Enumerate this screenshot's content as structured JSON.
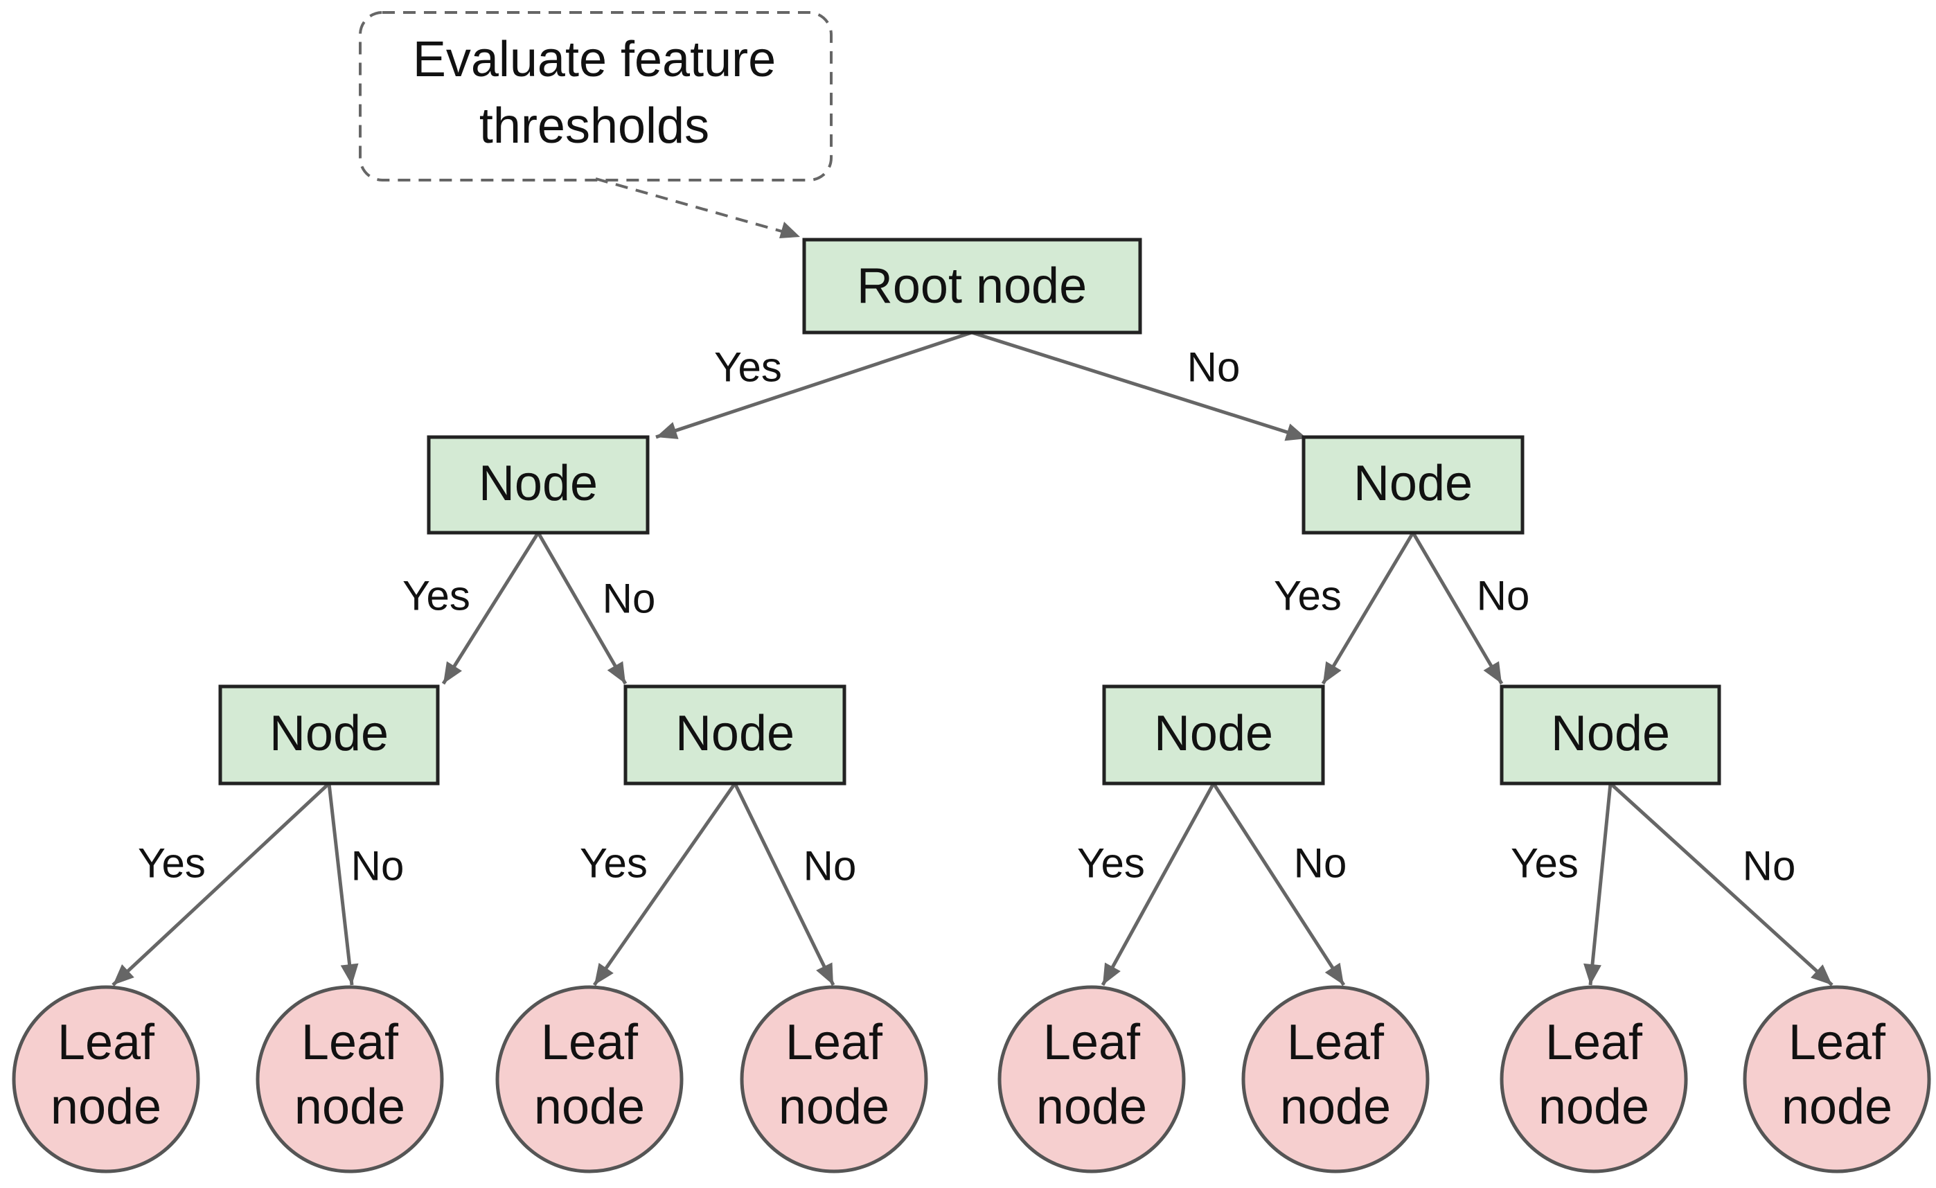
{
  "callout": {
    "lines": [
      "Evaluate feature",
      "thresholds"
    ]
  },
  "colors": {
    "node_fill": "#d4ead4",
    "node_stroke": "#222222",
    "leaf_fill": "#f6cfcf",
    "leaf_stroke": "#555555",
    "edge": "#666666",
    "callout_stroke": "#666666"
  },
  "nodes": {
    "root": "Root node",
    "l1_left": "Node",
    "l1_right": "Node",
    "l2_a": "Node",
    "l2_b": "Node",
    "l2_c": "Node",
    "l2_d": "Node"
  },
  "leaves": [
    [
      "Leaf",
      "node"
    ],
    [
      "Leaf",
      "node"
    ],
    [
      "Leaf",
      "node"
    ],
    [
      "Leaf",
      "node"
    ],
    [
      "Leaf",
      "node"
    ],
    [
      "Leaf",
      "node"
    ],
    [
      "Leaf",
      "node"
    ],
    [
      "Leaf",
      "node"
    ]
  ],
  "edges": {
    "yes": "Yes",
    "no": "No"
  }
}
